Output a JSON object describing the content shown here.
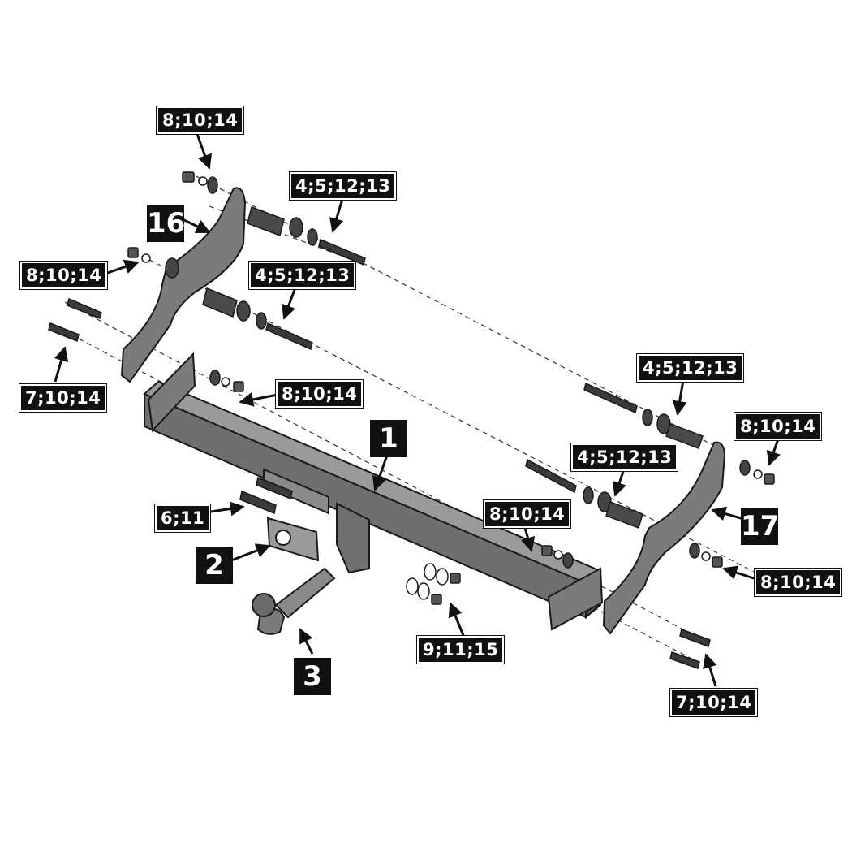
{
  "colors": {
    "part_fill": "#7b7b7b",
    "part_dark": "#4a4a4a",
    "part_light": "#9a9a9a",
    "outline": "#1a1a1a",
    "label_bg": "#111111",
    "label_text": "#ffffff"
  },
  "parts": {
    "p1": "1",
    "p2": "2",
    "p3": "3",
    "p16": "16",
    "p17": "17"
  },
  "callouts": {
    "a": "8;10;14",
    "b": "4;5;12;13",
    "c": "8;10;14",
    "d": "4;5;12;13",
    "e": "7;10;14",
    "f": "8;10;14",
    "g": "6;11",
    "h": "8;10;14",
    "i": "9;11;15",
    "j": "4;5;12;13",
    "k": "8;10;14",
    "l": "4;5;12;13",
    "m": "8;10;14",
    "n": "7;10;14"
  }
}
